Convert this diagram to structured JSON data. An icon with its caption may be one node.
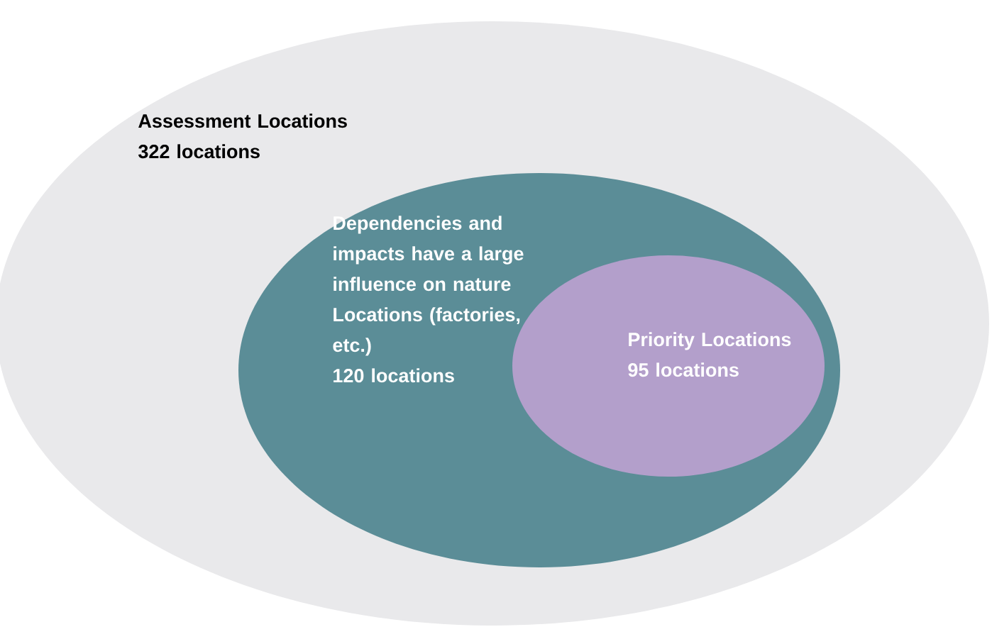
{
  "diagram": {
    "nodes": [
      {
        "text": [
          "Assessment Locations",
          "322 locations"
        ]
      },
      {
        "text": [
          "Dependencies and impacts have a large influence on nature Locations (factories, etc.)",
          "120 locations"
        ],
        "in": 0
      },
      {
        "text": [
          "Priority Locations",
          "95 locations"
        ],
        "in": 1
      }
    ]
  }
}
